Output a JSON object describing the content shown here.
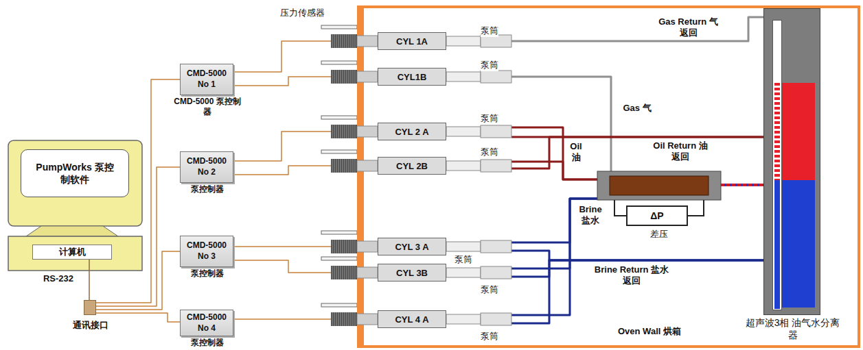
{
  "diagram": {
    "nodes": [
      {
        "text": [
          "PumpWorks 泵控制软件"
        ]
      },
      {
        "text": [
          "计算机"
        ]
      },
      {
        "text": [
          "通讯接口"
        ]
      },
      {
        "text": [
          "CMD-5000 No 1",
          "CMD-5000 泵控制器"
        ]
      },
      {
        "text": [
          "CMD-5000 No 2",
          "泵控制器"
        ]
      },
      {
        "text": [
          "CMD-5000 No 3",
          "泵控制器"
        ]
      },
      {
        "text": [
          "CMD-5000 No 4",
          "泵控制器"
        ]
      },
      {
        "text": [
          "Oven Wall 烘箱"
        ]
      },
      {
        "text": [
          "CYL 1A"
        ],
        "in": 7
      },
      {
        "text": [
          "CYL1B"
        ],
        "in": 7
      },
      {
        "text": [
          "CYL 2 A"
        ],
        "in": 7
      },
      {
        "text": [
          "CYL 2B"
        ],
        "in": 7
      },
      {
        "text": [
          "CYL 3 A"
        ],
        "in": 7
      },
      {
        "text": [
          "CYL 3B"
        ],
        "in": 7
      },
      {
        "text": [
          "CYL 4 A"
        ],
        "in": 7
      },
      {
        "text": [
          "ΔP",
          "差压"
        ],
        "in": 7
      },
      {
        "text": [
          "超声波3相 油气水分离器"
        ],
        "in": 7
      }
    ],
    "edges": [
      {
        "from": 1,
        "to": 2,
        "arrow": "none",
        "label": "RS-232"
      },
      {
        "from": 2,
        "to": 3,
        "arrow": "none"
      },
      {
        "from": 2,
        "to": 4,
        "arrow": "none"
      },
      {
        "from": 2,
        "to": 5,
        "arrow": "none"
      },
      {
        "from": 2,
        "to": 6,
        "arrow": "none"
      },
      {
        "from": 3,
        "to": 8,
        "arrow": "none"
      },
      {
        "from": 3,
        "to": 9,
        "arrow": "none"
      },
      {
        "from": 4,
        "to": 10,
        "arrow": "none"
      },
      {
        "from": 4,
        "to": 11,
        "arrow": "none"
      },
      {
        "from": 5,
        "to": 12,
        "arrow": "none"
      },
      {
        "from": 5,
        "to": 13,
        "arrow": "none"
      },
      {
        "from": 6,
        "to": 14,
        "arrow": "none"
      },
      {
        "from": 8,
        "to": 16,
        "arrow": "none",
        "label": "Gas Return 气返回"
      },
      {
        "from": 9,
        "to": 15,
        "arrow": "none",
        "label": "Gas 气"
      },
      {
        "from": 10,
        "to": 15,
        "arrow": "none",
        "label": "Oil 油"
      },
      {
        "from": 11,
        "to": 15,
        "arrow": "none"
      },
      {
        "from": 16,
        "to": 10,
        "arrow": "none",
        "label": "Oil Return 油返回"
      },
      {
        "from": 16,
        "to": 11,
        "arrow": "none"
      },
      {
        "from": 12,
        "to": 15,
        "arrow": "none",
        "label": "Brine 盐水"
      },
      {
        "from": 13,
        "to": 15,
        "arrow": "none"
      },
      {
        "from": 14,
        "to": 15,
        "arrow": "none"
      },
      {
        "from": 16,
        "to": 12,
        "arrow": "none",
        "label": "Brine Return 盐水返回"
      },
      {
        "from": 16,
        "to": 13,
        "arrow": "none"
      },
      {
        "from": 16,
        "to": 14,
        "arrow": "none"
      },
      {
        "from": 15,
        "to": 16,
        "arrow": "none"
      }
    ],
    "labels": [
      "压力传感器",
      "泵筒",
      "泵筒",
      "泵筒",
      "泵筒",
      "泵筒",
      "泵筒",
      "泵筒"
    ]
  }
}
